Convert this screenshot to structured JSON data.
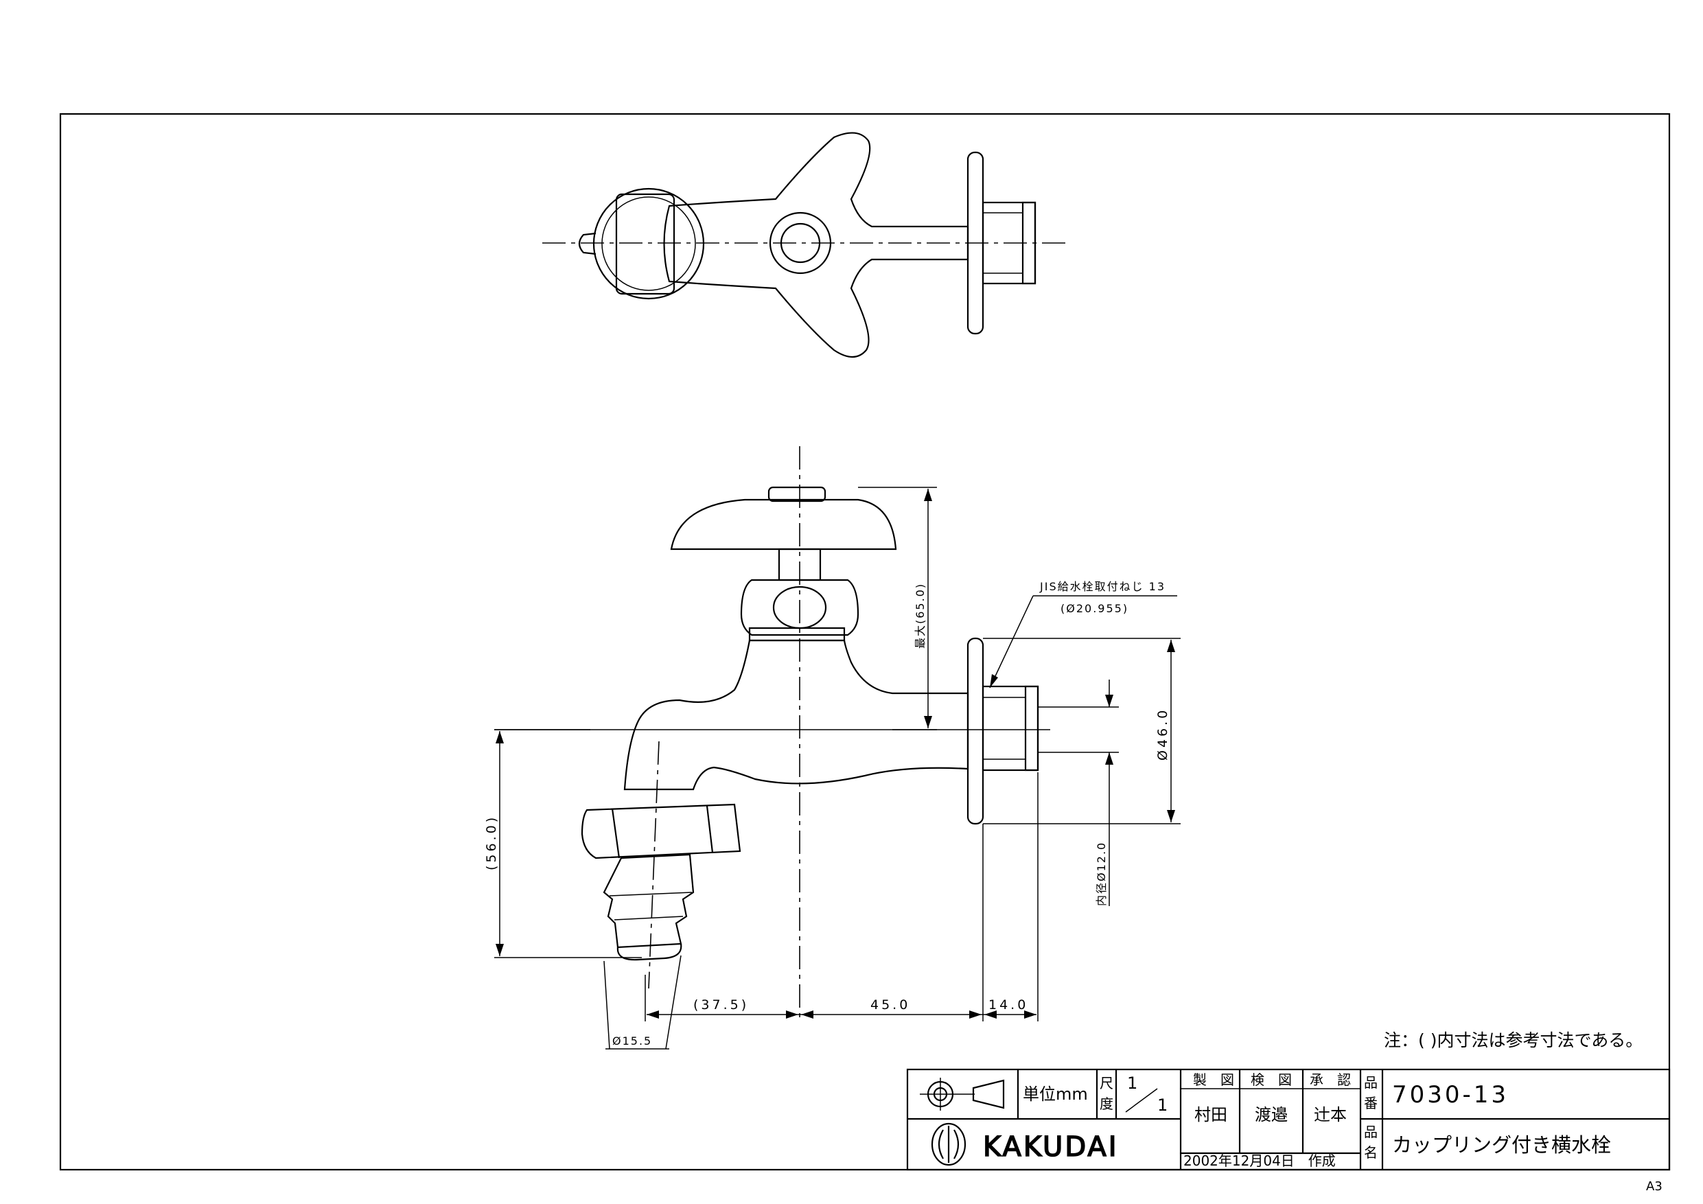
{
  "drawing": {
    "dimensions": {
      "max_height": "最大(65.0)",
      "thread_spec": "JIS給水栓取付ねじ 13",
      "thread_dia": "(Ø20.955)",
      "flange_dia": "Ø46.0",
      "inner_dia": "内径Ø12.0",
      "spout_height": "(56.0)",
      "dim_37_5": "(37.5)",
      "dim_45": "45.0",
      "dim_14": "14.0",
      "hose_dia": "Ø15.5"
    },
    "note": "注：( )内寸法は参考寸法である。"
  },
  "title_block": {
    "unit_label": "単位mm",
    "scale_label_1": "尺",
    "scale_label_2": "度",
    "scale_num": "1",
    "scale_den": "1",
    "drawn_label": "製　図",
    "checked_label": "検　図",
    "approved_label": "承　認",
    "drawn_by": "村田",
    "checked_by": "渡邉",
    "approved_by": "辻本",
    "part_no_label_1": "品",
    "part_no_label_2": "番",
    "part_no": "7030-13",
    "name_label_1": "品",
    "name_label_2": "名",
    "part_name": "カップリング付き横水栓",
    "date": "2002年12月04日　作成",
    "brand": "KAKUDAI"
  },
  "paper_size": "A3"
}
